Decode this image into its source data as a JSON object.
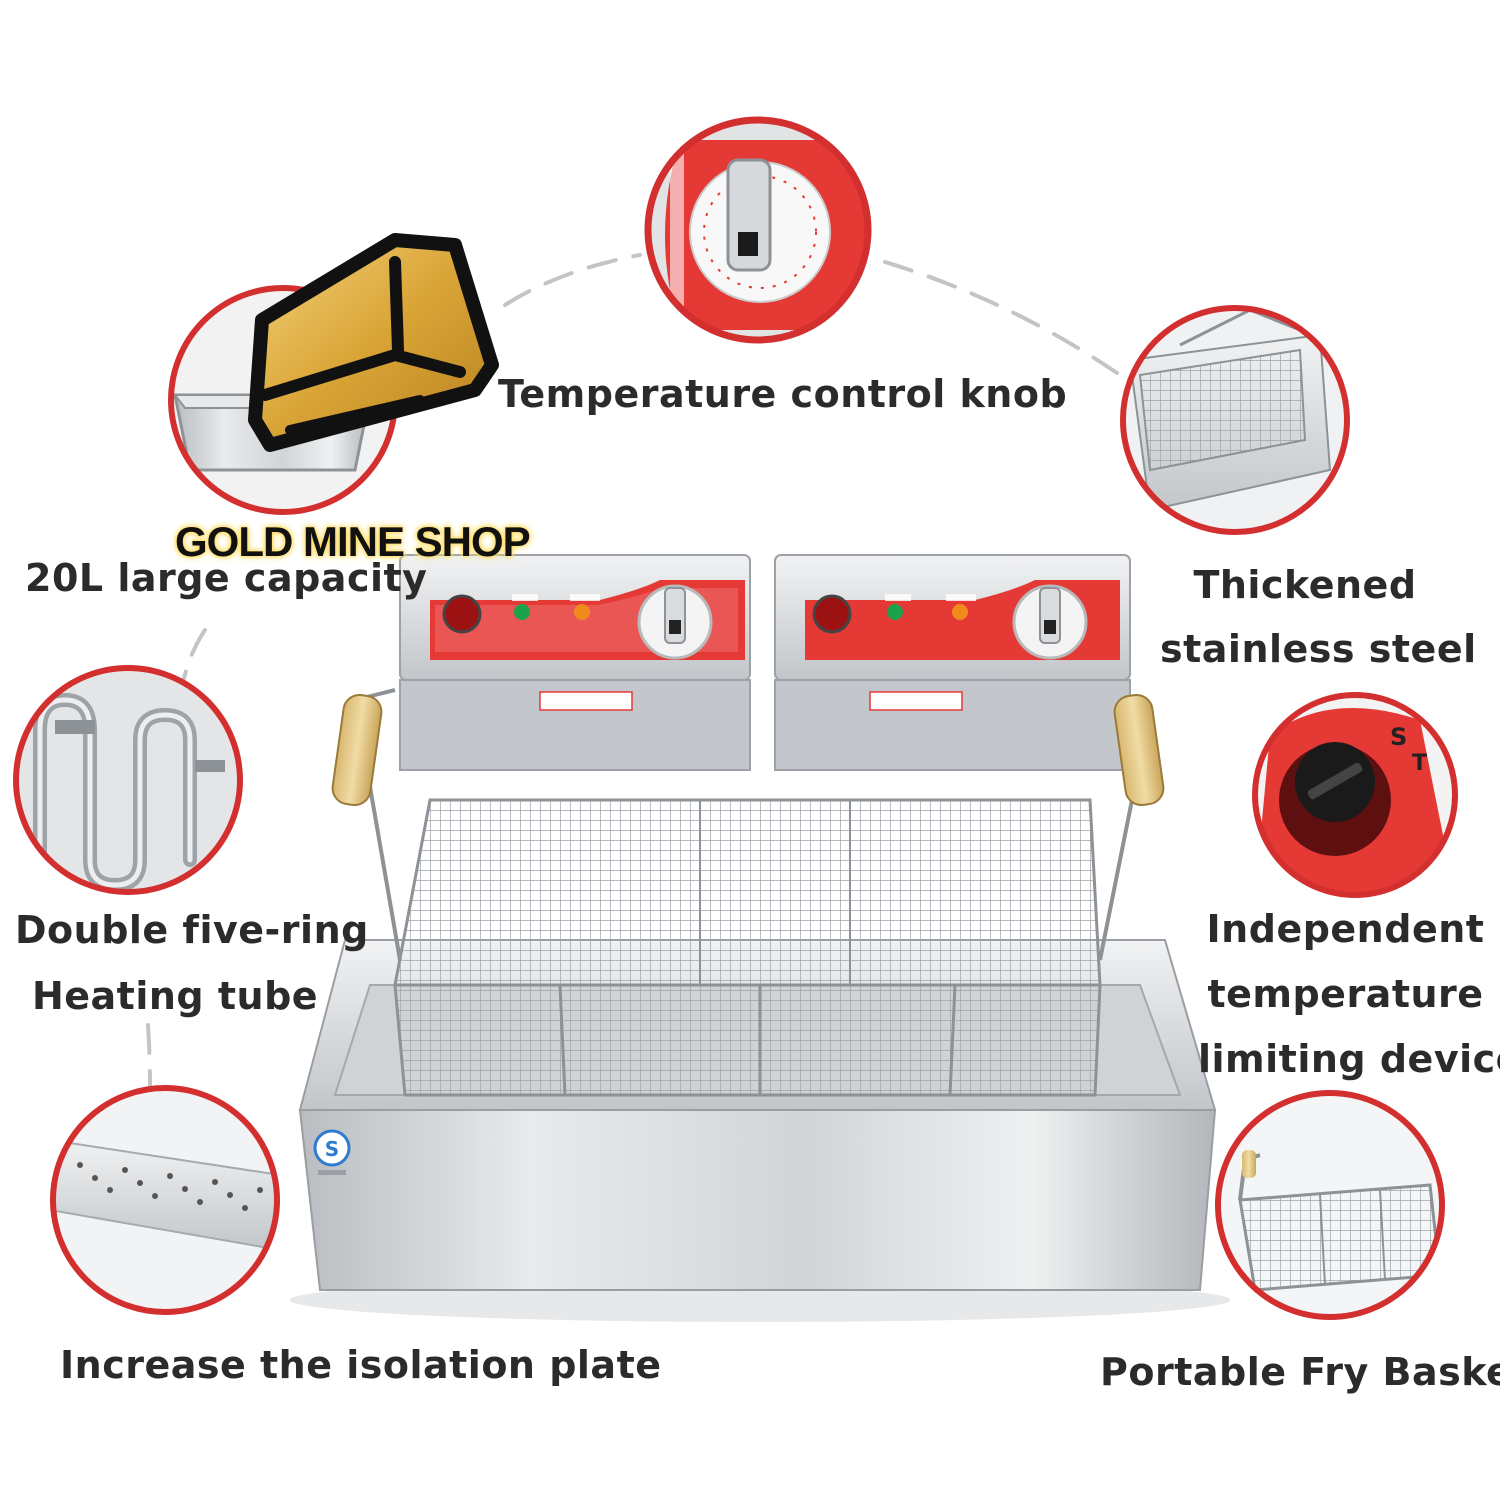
{
  "brand": {
    "name": "GOLD MINE SHOP"
  },
  "features": {
    "temperature_knob": "Temperature control knob",
    "capacity": "20L large capacity",
    "steel": [
      "Thickened",
      "stainless steel"
    ],
    "heating": [
      "Double five-ring",
      "Heating tube"
    ],
    "limiter": [
      "Independent",
      "temperature",
      "limiting device"
    ],
    "isolation": "Increase the isolation plate",
    "basket": "Portable Fry Basket"
  },
  "colors": {
    "accent": "#d32f2f",
    "steel": "#c9cdd1",
    "gold": "#e0a92c",
    "text": "#2b2b2b"
  },
  "icons": {
    "logo": "gold-bar-logo",
    "knob": "temperature-knob-icon",
    "tank": "oil-tank-icon",
    "basket": "fry-basket-icon",
    "heating": "heating-tube-icon",
    "limiter": "limiter-knob-icon",
    "plate": "isolation-plate-icon"
  }
}
